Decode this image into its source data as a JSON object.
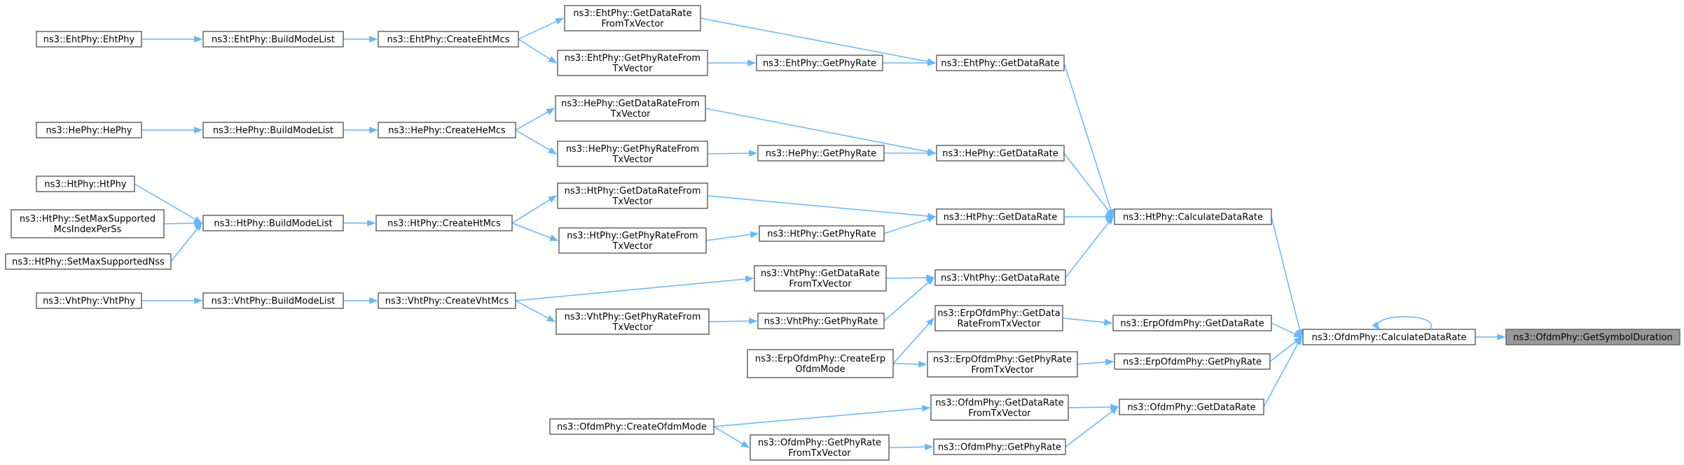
{
  "diagram": {
    "colors": {
      "edge": "#63b8ff",
      "node_border": "#666666",
      "root_fill": "#999999",
      "node_fill": "#ffffff"
    },
    "nodes": [
      {
        "id": "eht_ctor",
        "lines": [
          "ns3::EhtPhy::EhtPhy"
        ]
      },
      {
        "id": "eht_bml",
        "lines": [
          "ns3::EhtPhy::BuildModeList"
        ]
      },
      {
        "id": "eht_cm",
        "lines": [
          "ns3::EhtPhy::CreateEhtMcs"
        ]
      },
      {
        "id": "eht_gdr_tx",
        "lines": [
          "ns3::EhtPhy::GetDataRate",
          "FromTxVector"
        ]
      },
      {
        "id": "eht_gpr_tx",
        "lines": [
          "ns3::EhtPhy::GetPhyRateFrom",
          "TxVector"
        ]
      },
      {
        "id": "eht_gpr",
        "lines": [
          "ns3::EhtPhy::GetPhyRate"
        ]
      },
      {
        "id": "eht_gdr",
        "lines": [
          "ns3::EhtPhy::GetDataRate"
        ]
      },
      {
        "id": "he_ctor",
        "lines": [
          "ns3::HePhy::HePhy"
        ]
      },
      {
        "id": "he_bml",
        "lines": [
          "ns3::HePhy::BuildModeList"
        ]
      },
      {
        "id": "he_cm",
        "lines": [
          "ns3::HePhy::CreateHeMcs"
        ]
      },
      {
        "id": "he_gdr_tx",
        "lines": [
          "ns3::HePhy::GetDataRateFrom",
          "TxVector"
        ]
      },
      {
        "id": "he_gpr_tx",
        "lines": [
          "ns3::HePhy::GetPhyRateFrom",
          "TxVector"
        ]
      },
      {
        "id": "he_gpr",
        "lines": [
          "ns3::HePhy::GetPhyRate"
        ]
      },
      {
        "id": "he_gdr",
        "lines": [
          "ns3::HePhy::GetDataRate"
        ]
      },
      {
        "id": "ht_ctor",
        "lines": [
          "ns3::HtPhy::HtPhy"
        ]
      },
      {
        "id": "ht_smm",
        "lines": [
          "ns3::HtPhy::SetMaxSupported",
          "McsIndexPerSs"
        ]
      },
      {
        "id": "ht_smn",
        "lines": [
          "ns3::HtPhy::SetMaxSupportedNss"
        ]
      },
      {
        "id": "ht_bml",
        "lines": [
          "ns3::HtPhy::BuildModeList"
        ]
      },
      {
        "id": "ht_cm",
        "lines": [
          "ns3::HtPhy::CreateHtMcs"
        ]
      },
      {
        "id": "ht_gdr_tx",
        "lines": [
          "ns3::HtPhy::GetDataRateFrom",
          "TxVector"
        ]
      },
      {
        "id": "ht_gpr_tx",
        "lines": [
          "ns3::HtPhy::GetPhyRateFrom",
          "TxVector"
        ]
      },
      {
        "id": "ht_gpr",
        "lines": [
          "ns3::HtPhy::GetPhyRate"
        ]
      },
      {
        "id": "ht_gdr",
        "lines": [
          "ns3::HtPhy::GetDataRate"
        ]
      },
      {
        "id": "ht_cdr",
        "lines": [
          "ns3::HtPhy::CalculateDataRate"
        ]
      },
      {
        "id": "vht_ctor",
        "lines": [
          "ns3::VhtPhy::VhtPhy"
        ]
      },
      {
        "id": "vht_bml",
        "lines": [
          "ns3::VhtPhy::BuildModeList"
        ]
      },
      {
        "id": "vht_cm",
        "lines": [
          "ns3::VhtPhy::CreateVhtMcs"
        ]
      },
      {
        "id": "vht_gdr_tx",
        "lines": [
          "ns3::VhtPhy::GetDataRate",
          "FromTxVector"
        ]
      },
      {
        "id": "vht_gpr_tx",
        "lines": [
          "ns3::VhtPhy::GetPhyRateFrom",
          "TxVector"
        ]
      },
      {
        "id": "vht_gpr",
        "lines": [
          "ns3::VhtPhy::GetPhyRate"
        ]
      },
      {
        "id": "vht_gdr",
        "lines": [
          "ns3::VhtPhy::GetDataRate"
        ]
      },
      {
        "id": "erp_gdr_tx",
        "lines": [
          "ns3::ErpOfdmPhy::GetData",
          "RateFromTxVector"
        ]
      },
      {
        "id": "erp_com",
        "lines": [
          "ns3::ErpOfdmPhy::CreateErp",
          "OfdmMode"
        ]
      },
      {
        "id": "erp_gpr_tx",
        "lines": [
          "ns3::ErpOfdmPhy::GetPhyRate",
          "FromTxVector"
        ]
      },
      {
        "id": "erp_gdr",
        "lines": [
          "ns3::ErpOfdmPhy::GetDataRate"
        ]
      },
      {
        "id": "erp_gpr",
        "lines": [
          "ns3::ErpOfdmPhy::GetPhyRate"
        ]
      },
      {
        "id": "ofdm_com",
        "lines": [
          "ns3::OfdmPhy::CreateOfdmMode"
        ]
      },
      {
        "id": "ofdm_gdr_tx",
        "lines": [
          "ns3::OfdmPhy::GetDataRate",
          "FromTxVector"
        ]
      },
      {
        "id": "ofdm_gpr_tx",
        "lines": [
          "ns3::OfdmPhy::GetPhyRate",
          "FromTxVector"
        ]
      },
      {
        "id": "ofdm_gpr",
        "lines": [
          "ns3::OfdmPhy::GetPhyRate"
        ]
      },
      {
        "id": "ofdm_gdr",
        "lines": [
          "ns3::OfdmPhy::GetDataRate"
        ]
      },
      {
        "id": "ofdm_cdr",
        "lines": [
          "ns3::OfdmPhy::CalculateDataRate"
        ]
      },
      {
        "id": "ofdm_gsd",
        "lines": [
          "ns3::OfdmPhy::GetSymbolDuration"
        ],
        "root": true
      }
    ],
    "edges": [
      [
        "eht_ctor",
        "eht_bml"
      ],
      [
        "eht_bml",
        "eht_cm"
      ],
      [
        "eht_cm",
        "eht_gdr_tx"
      ],
      [
        "eht_cm",
        "eht_gpr_tx"
      ],
      [
        "eht_gpr_tx",
        "eht_gpr"
      ],
      [
        "eht_gpr",
        "eht_gdr"
      ],
      [
        "eht_gdr_tx",
        "eht_gdr"
      ],
      [
        "eht_gdr",
        "ht_cdr"
      ],
      [
        "he_ctor",
        "he_bml"
      ],
      [
        "he_bml",
        "he_cm"
      ],
      [
        "he_cm",
        "he_gdr_tx"
      ],
      [
        "he_cm",
        "he_gpr_tx"
      ],
      [
        "he_gpr_tx",
        "he_gpr"
      ],
      [
        "he_gpr",
        "he_gdr"
      ],
      [
        "he_gdr_tx",
        "he_gdr"
      ],
      [
        "he_gdr",
        "ht_cdr"
      ],
      [
        "ht_ctor",
        "ht_bml"
      ],
      [
        "ht_smm",
        "ht_bml"
      ],
      [
        "ht_smn",
        "ht_bml"
      ],
      [
        "ht_bml",
        "ht_cm"
      ],
      [
        "ht_cm",
        "ht_gdr_tx"
      ],
      [
        "ht_cm",
        "ht_gpr_tx"
      ],
      [
        "ht_gpr_tx",
        "ht_gpr"
      ],
      [
        "ht_gpr",
        "ht_gdr"
      ],
      [
        "ht_gdr_tx",
        "ht_gdr"
      ],
      [
        "ht_gdr",
        "ht_cdr"
      ],
      [
        "ht_cdr",
        "ofdm_cdr"
      ],
      [
        "vht_ctor",
        "vht_bml"
      ],
      [
        "vht_bml",
        "vht_cm"
      ],
      [
        "vht_cm",
        "vht_gdr_tx"
      ],
      [
        "vht_cm",
        "vht_gpr_tx"
      ],
      [
        "vht_gpr_tx",
        "vht_gpr"
      ],
      [
        "vht_gpr",
        "vht_gdr"
      ],
      [
        "vht_gdr_tx",
        "vht_gdr"
      ],
      [
        "vht_gdr",
        "ht_cdr"
      ],
      [
        "erp_com",
        "erp_gdr_tx"
      ],
      [
        "erp_com",
        "erp_gpr_tx"
      ],
      [
        "erp_gdr_tx",
        "erp_gdr"
      ],
      [
        "erp_gpr_tx",
        "erp_gpr"
      ],
      [
        "erp_gdr",
        "ofdm_cdr"
      ],
      [
        "erp_gpr",
        "ofdm_cdr"
      ],
      [
        "ofdm_com",
        "ofdm_gdr_tx"
      ],
      [
        "ofdm_com",
        "ofdm_gpr_tx"
      ],
      [
        "ofdm_gpr_tx",
        "ofdm_gpr"
      ],
      [
        "ofdm_gdr_tx",
        "ofdm_gdr"
      ],
      [
        "ofdm_gpr",
        "ofdm_gdr"
      ],
      [
        "ofdm_gdr",
        "ofdm_cdr"
      ],
      [
        "ofdm_cdr",
        "ofdm_cdr"
      ],
      [
        "ofdm_cdr",
        "ofdm_gsd"
      ]
    ]
  }
}
